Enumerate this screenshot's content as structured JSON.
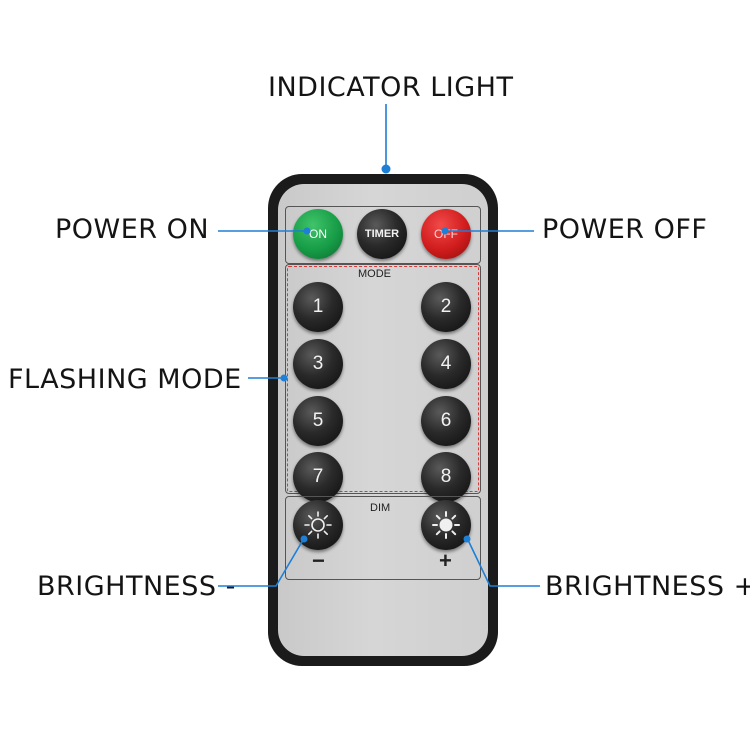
{
  "labels": {
    "indicator_light": "INDICATOR LIGHT",
    "power_on": "POWER ON",
    "power_off": "POWER OFF",
    "flashing_mode": "FLASHING MODE",
    "brightness_minus": "BRIGHTNESS -",
    "brightness_plus": "BRIGHTNESS +"
  },
  "remote": {
    "on": "ON",
    "timer": "TIMER",
    "off": "OFF",
    "mode": "MODE",
    "dim": "DIM",
    "minus": "−",
    "plus": "+",
    "mode_buttons": [
      "1",
      "2",
      "3",
      "4",
      "5",
      "6",
      "7",
      "8"
    ]
  },
  "colors": {
    "leader_line": "#1e7fd6",
    "mode_border": "#d83a3a",
    "on_button": "#179c47",
    "off_button": "#d01c1c"
  }
}
